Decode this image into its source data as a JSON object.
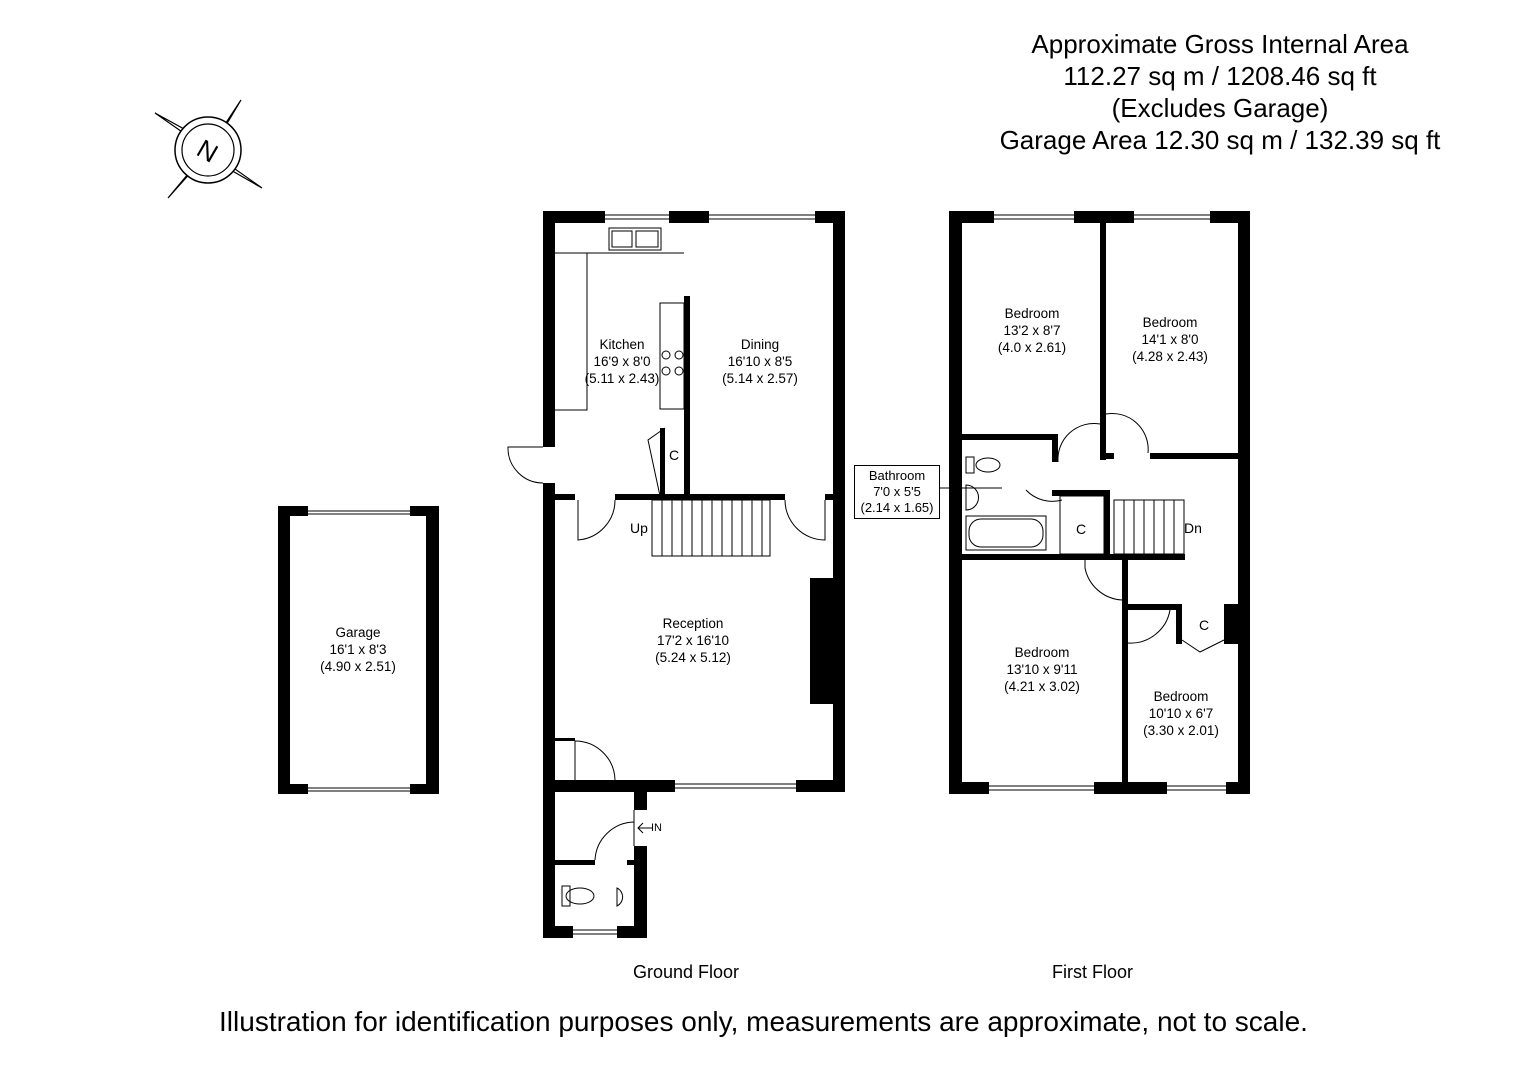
{
  "area_info": {
    "line1": "Approximate Gross Internal Area",
    "line2": "112.27 sq m / 1208.46 sq ft",
    "line3": "(Excludes Garage)",
    "line4": "Garage Area 12.30 sq m / 132.39 sq ft"
  },
  "compass": {
    "letter": "N",
    "icon": "north-compass-icon"
  },
  "floors": {
    "ground": "Ground Floor",
    "first": "First Floor"
  },
  "rooms": {
    "garage": {
      "name": "Garage",
      "imperial": "16'1 x 8'3",
      "metric": "(4.90 x 2.51)"
    },
    "kitchen": {
      "name": "Kitchen",
      "imperial": "16'9 x 8'0",
      "metric": "(5.11 x 2.43)"
    },
    "dining": {
      "name": "Dining",
      "imperial": "16'10 x 8'5",
      "metric": "(5.14 x 2.57)"
    },
    "reception": {
      "name": "Reception",
      "imperial": "17'2 x 16'10",
      "metric": "(5.24 x 5.12)"
    },
    "bedroom1": {
      "name": "Bedroom",
      "imperial": "13'2 x 8'7",
      "metric": "(4.0 x 2.61)"
    },
    "bedroom2": {
      "name": "Bedroom",
      "imperial": "14'1 x 8'0",
      "metric": "(4.28 x 2.43)"
    },
    "bedroom3": {
      "name": "Bedroom",
      "imperial": "13'10 x 9'11",
      "metric": "(4.21 x 3.02)"
    },
    "bedroom4": {
      "name": "Bedroom",
      "imperial": "10'10 x 6'7",
      "metric": "(3.30 x 2.01)"
    },
    "bathroom": {
      "name": "Bathroom",
      "imperial": "7'0 x 5'5",
      "metric": "(2.14 x 1.65)"
    }
  },
  "labels": {
    "closet": "C",
    "up": "Up",
    "down": "Dn",
    "entrance": "IN"
  },
  "disclaimer": "Illustration for identification purposes only, measurements are approximate, not to scale.",
  "colors": {
    "wall": "#000000",
    "background": "#ffffff"
  }
}
